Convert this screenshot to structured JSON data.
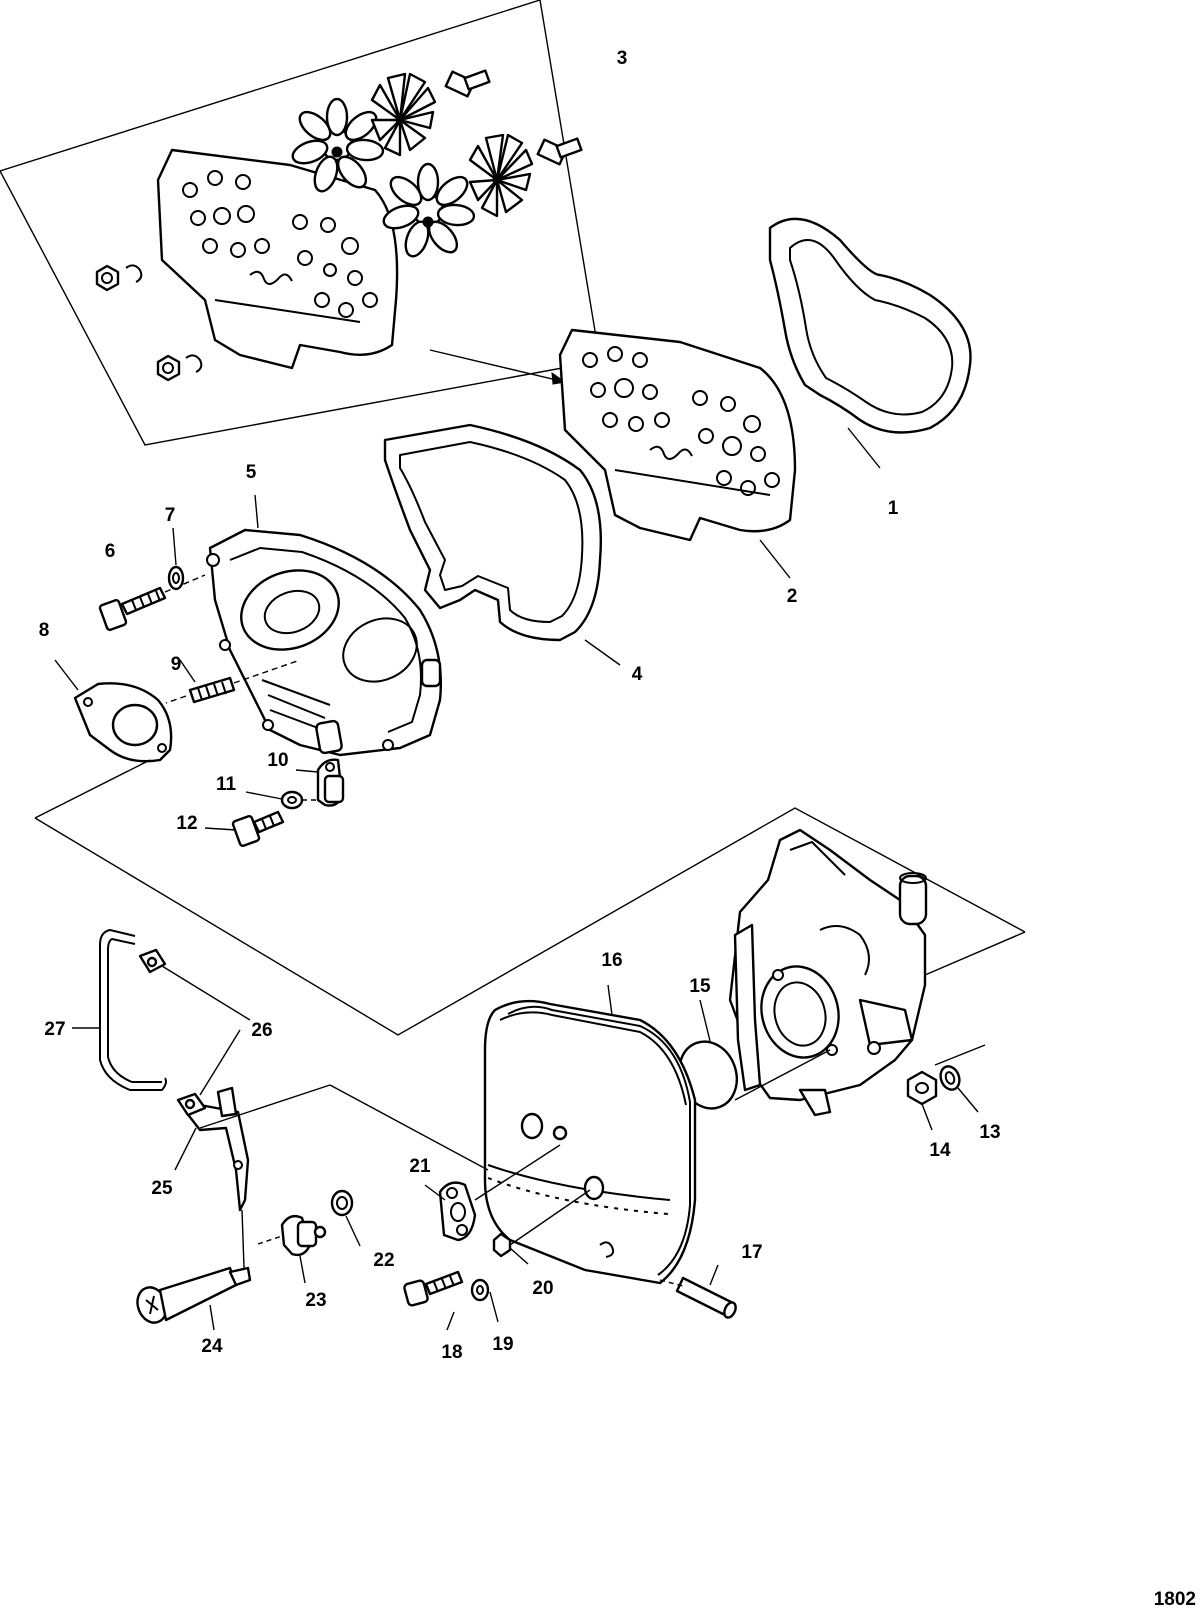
{
  "diagram": {
    "image_code": "1802",
    "callouts": [
      "1",
      "2",
      "3",
      "4",
      "5",
      "6",
      "7",
      "8",
      "9",
      "10",
      "11",
      "12",
      "13",
      "14",
      "15",
      "16",
      "17",
      "18",
      "19",
      "20",
      "21",
      "22",
      "23",
      "24",
      "25",
      "26",
      "27"
    ]
  }
}
